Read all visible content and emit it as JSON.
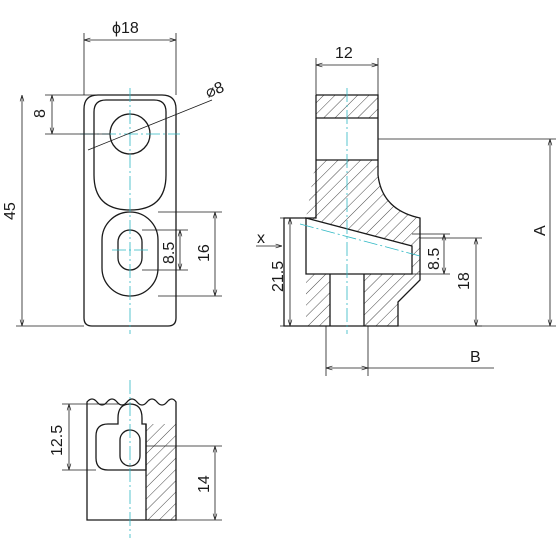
{
  "labels": {
    "top_diameter": "ϕ18",
    "hole_diameter": "⌀8",
    "dim_8": "8",
    "dim_45": "45",
    "dim_8_5_front": "8.5",
    "dim_16": "16",
    "dim_12": "12",
    "dim_x": "x",
    "dim_21_5": "21.5",
    "dim_8_5_side": "8.5",
    "dim_18": "18",
    "dim_A": "A",
    "dim_B": "B",
    "dim_12_5": "12.5",
    "dim_14": "14"
  },
  "colors": {
    "outline": "#1a1a1a",
    "centerline": "#2fb8c4",
    "background": "#ffffff"
  }
}
